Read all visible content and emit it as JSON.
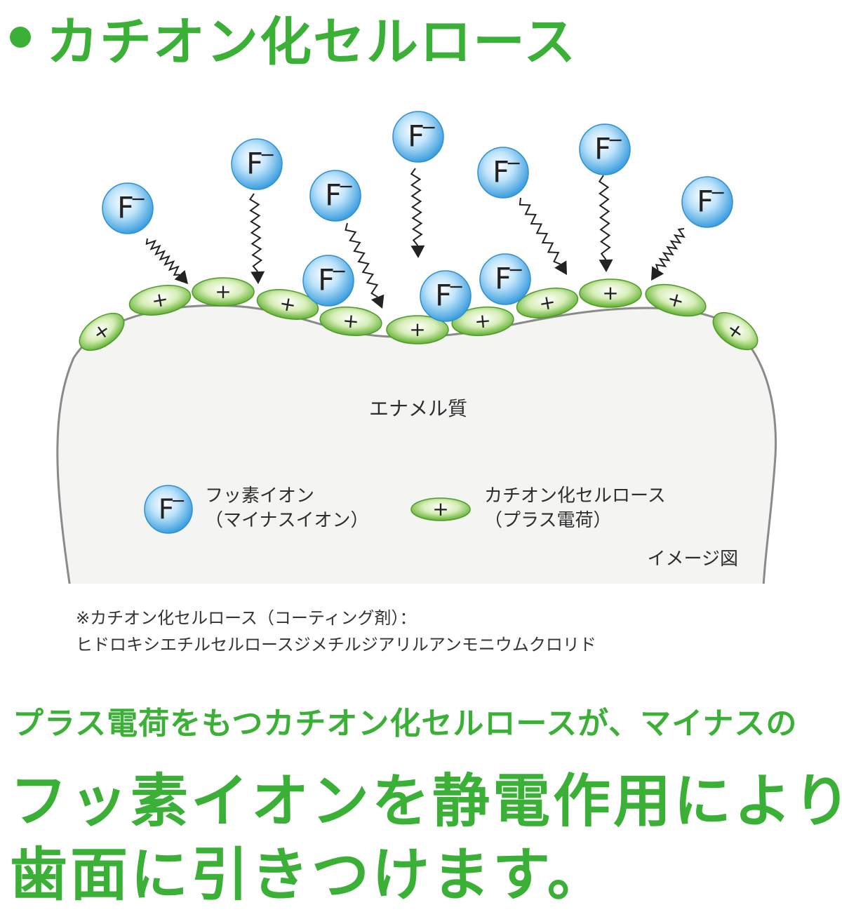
{
  "heading": {
    "title": "カチオン化セルロース"
  },
  "diagram": {
    "ion_symbol": "F",
    "ion_charge": "−",
    "plus_symbol": "+",
    "enamel_label": "エナメル質",
    "image_note": "イメージ図",
    "legend": {
      "ion_label_line1": "フッ素イオン",
      "ion_label_line2": "（マイナスイオン）",
      "cation_label_line1": "カチオン化セルロース",
      "cation_label_line2": "（プラス電荷）"
    },
    "colors": {
      "green": "#3bb037",
      "ion_blue": "#4aa8e4",
      "enamel_fill": "#f4f4f3",
      "enamel_stroke": "#8a8a8a"
    }
  },
  "footnote": {
    "line1": "※カチオン化セルロース（コーティング剤）：",
    "line2": "ヒドロキシエチルセルロースジメチルジアリルアンモニウムクロリド"
  },
  "tagline": {
    "line1": "プラス電荷をもつカチオン化セルロースが、マイナスの",
    "line2": "フッ素イオンを静電作用により",
    "line3": "歯面に引きつけます。"
  }
}
